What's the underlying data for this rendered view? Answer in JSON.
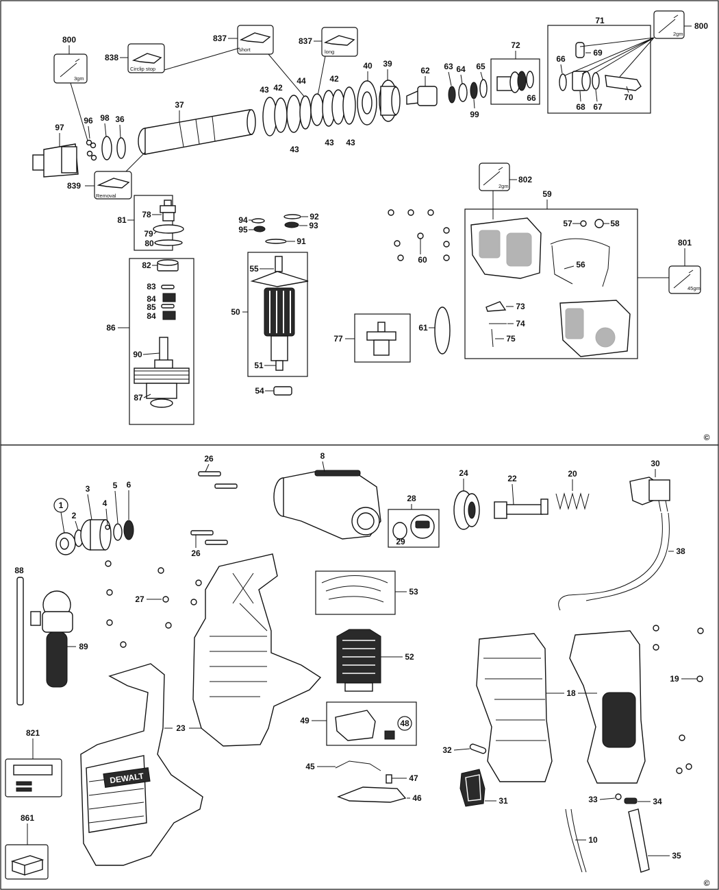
{
  "copyright": "©",
  "brand": "DEWALT",
  "labels": {
    "p800a": "800",
    "p838": "838",
    "p837a": "837",
    "p837b": "837",
    "p800b": "800",
    "p71": "71",
    "p72": "72",
    "p69": "69",
    "p66a": "66",
    "p66b": "66",
    "p68": "68",
    "p67": "67",
    "p70": "70",
    "p97": "97",
    "p96": "96",
    "p98": "98",
    "p36": "36",
    "p37": "37",
    "p839": "839",
    "p43a": "43",
    "p42a": "42",
    "p44": "44",
    "p42b": "42",
    "p43b": "43",
    "p43c": "43",
    "p43d": "43",
    "p40": "40",
    "p39": "39",
    "p62": "62",
    "p63": "63",
    "p64": "64",
    "p65": "65",
    "p99": "99",
    "p802": "802",
    "p59": "59",
    "p57": "57",
    "p58": "58",
    "p56": "56",
    "p801": "801",
    "p73": "73",
    "p74": "74",
    "p75": "75",
    "p60": "60",
    "p61": "61",
    "p77": "77",
    "p81": "81",
    "p78": "78",
    "p79": "79",
    "p80": "80",
    "p86": "86",
    "p82": "82",
    "p83": "83",
    "p84a": "84",
    "p85": "85",
    "p84b": "84",
    "p90": "90",
    "p87": "87",
    "p94": "94",
    "p95": "95",
    "p92": "92",
    "p93": "93",
    "p91": "91",
    "p55": "55",
    "p50": "50",
    "p51": "51",
    "p54": "54",
    "p1": "1",
    "p2": "2",
    "p3": "3",
    "p4": "4",
    "p5": "5",
    "p6": "6",
    "p26a": "26",
    "p26b": "26",
    "p27": "27",
    "p8": "8",
    "p28": "28",
    "p29": "29",
    "p24": "24",
    "p22": "22",
    "p20": "20",
    "p30": "30",
    "p38": "38",
    "p88": "88",
    "p89": "89",
    "p23": "23",
    "p53": "53",
    "p52": "52",
    "p49": "49",
    "p48": "48",
    "p45": "45",
    "p47": "47",
    "p46": "46",
    "p821": "821",
    "p861": "861",
    "p18": "18",
    "p19": "19",
    "p32": "32",
    "p31": "31",
    "p33": "33",
    "p34": "34",
    "p10": "10",
    "p35": "35"
  },
  "notes": {
    "short": "short",
    "long": "long",
    "circlip_stop": "Circlip stop",
    "removal": "Removal",
    "grease_3": "3gm",
    "grease_2a": "2gm",
    "grease_2b": "2gm",
    "grease_45": "45gm"
  }
}
